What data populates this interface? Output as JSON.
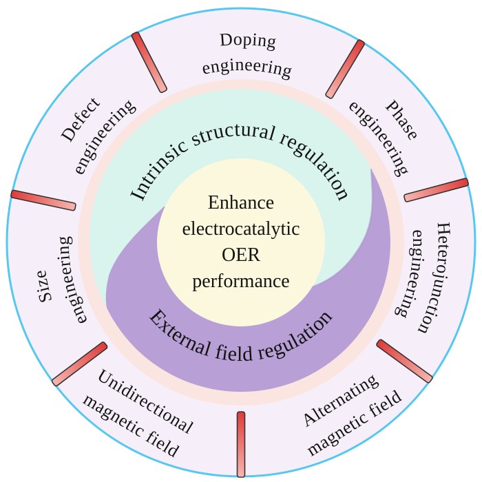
{
  "center": {
    "lines": [
      "Enhance",
      "electrocatalytic",
      "OER",
      "performance"
    ]
  },
  "inner": {
    "top_label": "Intrinsic structural regulation",
    "bottom_label": "External field regulation"
  },
  "segments": [
    {
      "name": "doping",
      "line1": "Doping",
      "line2": "engineering"
    },
    {
      "name": "phase",
      "line1": "Phase",
      "line2": "engineering"
    },
    {
      "name": "heterojunction",
      "line1": "Heterojunction",
      "line2": "engineering"
    },
    {
      "name": "alternating",
      "line1": "Alternating",
      "line2": "magnetic field"
    },
    {
      "name": "unidirectional",
      "line1": "Unidirectional",
      "line2": "magnetic field"
    },
    {
      "name": "size",
      "line1": "Size",
      "line2": "engineering"
    },
    {
      "name": "defect",
      "line1": "Defect",
      "line2": "engineering"
    }
  ],
  "colors": {
    "outer_border": "#55c8f0",
    "outer_ring": "#f6effa",
    "middle_ring": "#fbe5e1",
    "intrinsic_fill": "#d9f4ed",
    "external_fill": "#b89fd6",
    "boundary_shadow": "#a98fcb",
    "center_fill": "#fbf8de",
    "divider_dark": "#de3b38",
    "divider_light": "#f7b6b0",
    "divider_outline": "#333333",
    "text": "#141414"
  }
}
